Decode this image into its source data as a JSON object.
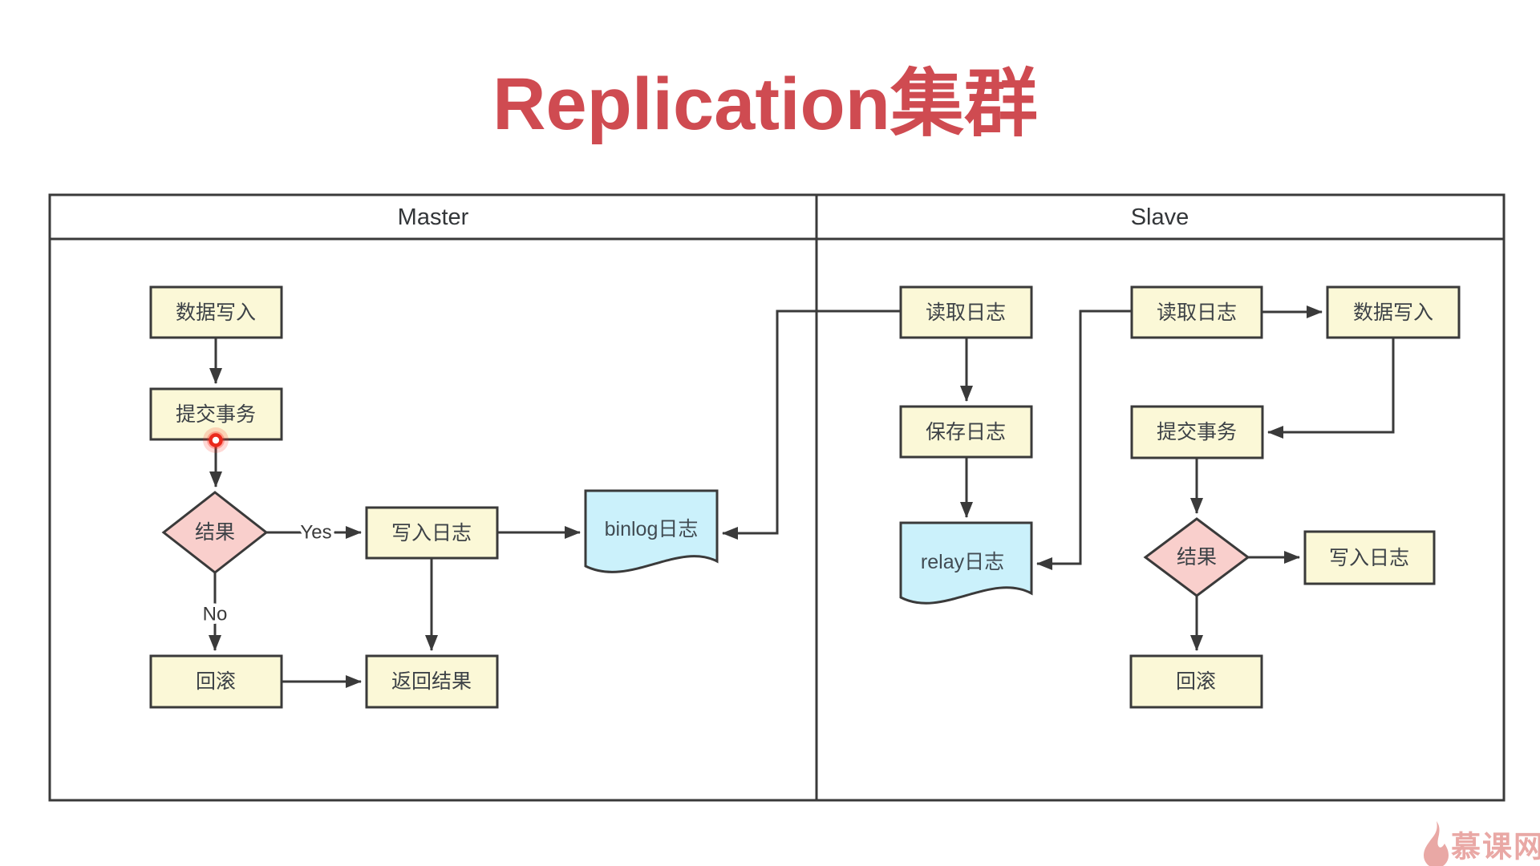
{
  "title": "Replication集群",
  "colors": {
    "title": "#cf4b51",
    "process_fill": "#fbf8d7",
    "decision_fill": "#f9cfcc",
    "document_fill": "#cbf1fb",
    "shape_stroke": "#3a3a3a",
    "node_text": "#3d4247",
    "lane_text": "#333639",
    "logo": "#e9a8a5",
    "click_indicator": "#ea2a1c"
  },
  "lanes": {
    "master": "Master",
    "slave": "Slave"
  },
  "master": {
    "data_write": "数据写入",
    "commit": "提交事务",
    "result": "结果",
    "write_log": "写入日志",
    "binlog": "binlog日志",
    "rollback": "回滚",
    "return_result": "返回结果",
    "label_yes": "Yes",
    "label_no": "No"
  },
  "slave": {
    "read_log_io": "读取日志",
    "save_log": "保存日志",
    "relay": "relay日志",
    "read_log_sql": "读取日志",
    "data_write": "数据写入",
    "commit": "提交事务",
    "result": "结果",
    "write_log": "写入日志",
    "rollback": "回滚"
  },
  "logo": {
    "text": "慕课网"
  }
}
